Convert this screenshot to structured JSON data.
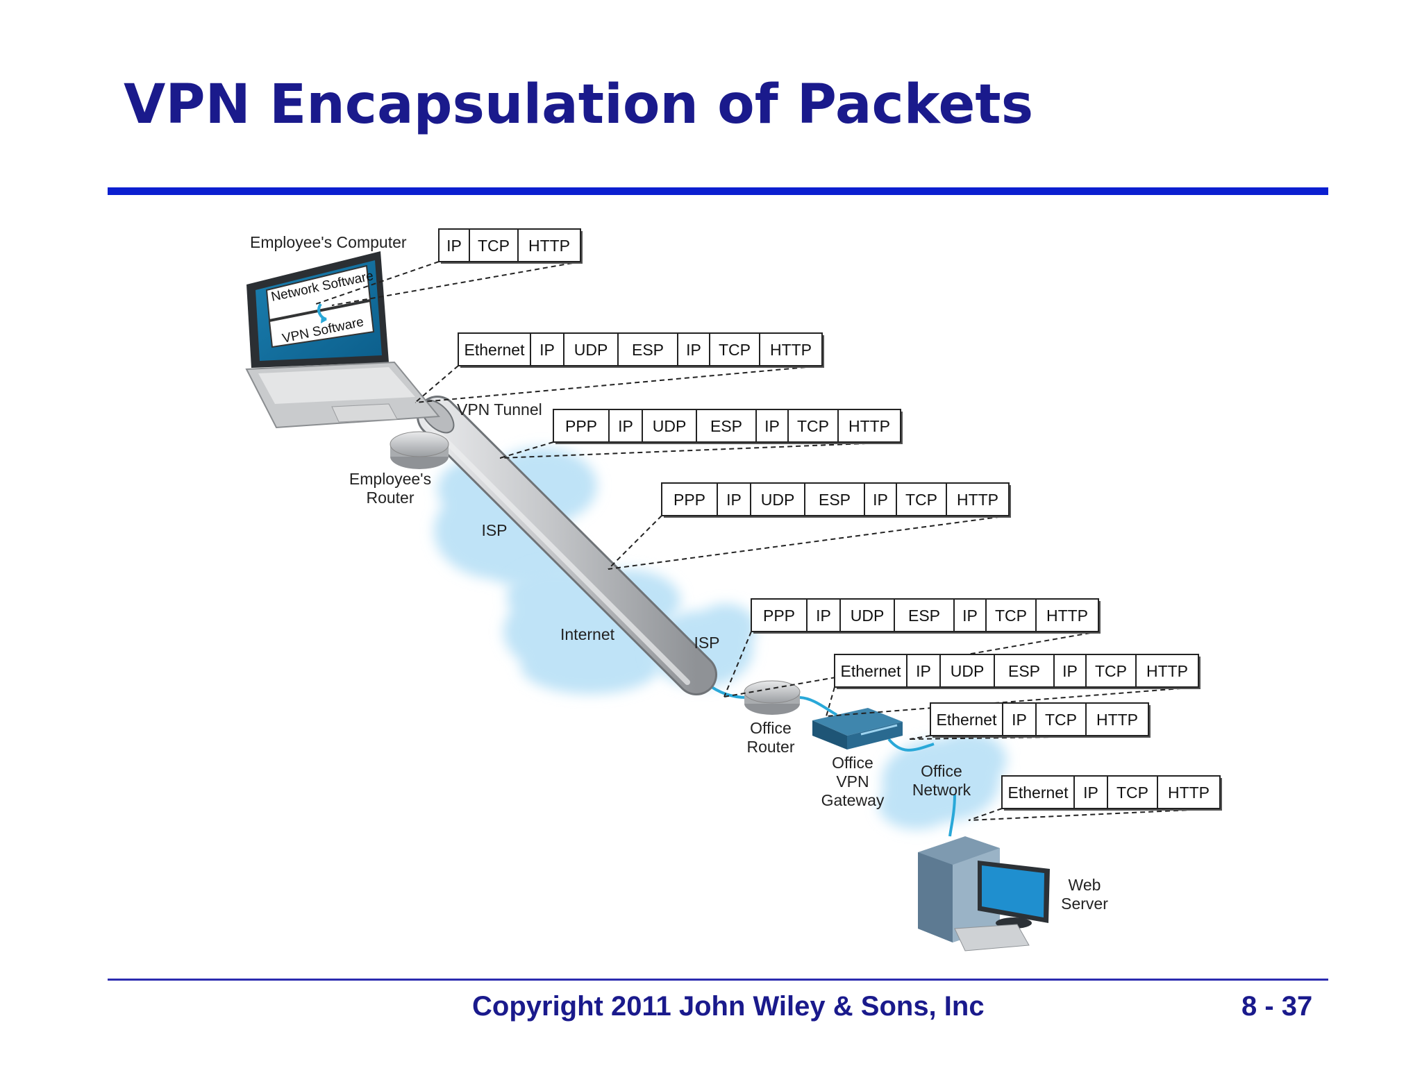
{
  "title": "VPN Encapsulation of Packets",
  "footer": {
    "copyright": "Copyright 2011 John Wiley & Sons, Inc",
    "page": "8 - 37"
  },
  "colors": {
    "title": "#1a1a8c",
    "rule": "#0b1fd0",
    "cable": "#29a8d8",
    "cloud": "#bfe3f7",
    "tunnel": "#c4c6c9"
  },
  "labels": {
    "employee_computer": "Employee's Computer",
    "network_software": "Network Software",
    "vpn_software": "VPN Software",
    "vpn_tunnel": "VPN Tunnel",
    "employee_router": [
      "Employee's",
      "Router"
    ],
    "isp1": "ISP",
    "internet": "Internet",
    "isp2": "ISP",
    "office_router": [
      "Office",
      "Router"
    ],
    "office_vpn_gateway": [
      "Office",
      "VPN",
      "Gateway"
    ],
    "office_network": [
      "Office",
      "Network"
    ],
    "web_server": [
      "Web",
      "Server"
    ]
  },
  "packets": [
    {
      "id": "p1",
      "fields": [
        "IP",
        "TCP",
        "HTTP"
      ]
    },
    {
      "id": "p2",
      "fields": [
        "Ethernet",
        "IP",
        "UDP",
        "ESP",
        "IP",
        "TCP",
        "HTTP"
      ]
    },
    {
      "id": "p3",
      "fields": [
        "PPP",
        "IP",
        "UDP",
        "ESP",
        "IP",
        "TCP",
        "HTTP"
      ]
    },
    {
      "id": "p4",
      "fields": [
        "PPP",
        "IP",
        "UDP",
        "ESP",
        "IP",
        "TCP",
        "HTTP"
      ]
    },
    {
      "id": "p5",
      "fields": [
        "PPP",
        "IP",
        "UDP",
        "ESP",
        "IP",
        "TCP",
        "HTTP"
      ]
    },
    {
      "id": "p6",
      "fields": [
        "Ethernet",
        "IP",
        "UDP",
        "ESP",
        "IP",
        "TCP",
        "HTTP"
      ]
    },
    {
      "id": "p7",
      "fields": [
        "Ethernet",
        "IP",
        "TCP",
        "HTTP"
      ]
    },
    {
      "id": "p8",
      "fields": [
        "Ethernet",
        "IP",
        "TCP",
        "HTTP"
      ]
    }
  ]
}
